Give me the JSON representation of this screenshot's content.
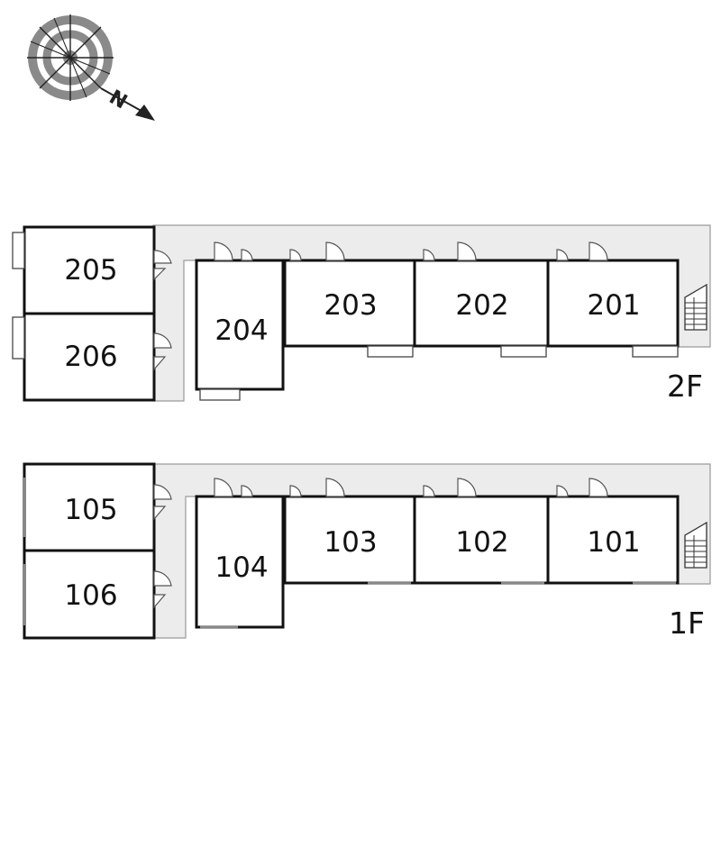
{
  "compass": {
    "north_letter": "N"
  },
  "floors": [
    {
      "id": "2F",
      "label": "2F",
      "units": [
        {
          "id": "205",
          "label": "205"
        },
        {
          "id": "206",
          "label": "206"
        },
        {
          "id": "204",
          "label": "204"
        },
        {
          "id": "203",
          "label": "203"
        },
        {
          "id": "202",
          "label": "202"
        },
        {
          "id": "201",
          "label": "201"
        }
      ]
    },
    {
      "id": "1F",
      "label": "1F",
      "units": [
        {
          "id": "105",
          "label": "105"
        },
        {
          "id": "106",
          "label": "106"
        },
        {
          "id": "104",
          "label": "104"
        },
        {
          "id": "103",
          "label": "103"
        },
        {
          "id": "102",
          "label": "102"
        },
        {
          "id": "101",
          "label": "101"
        }
      ]
    }
  ]
}
